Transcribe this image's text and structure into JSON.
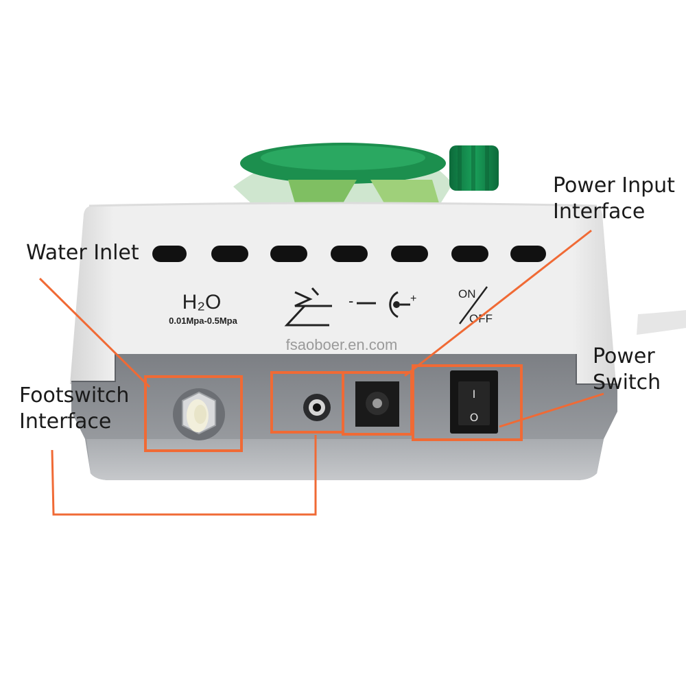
{
  "callouts": {
    "power_input": {
      "line1": "Power Input",
      "line2": "Interface"
    },
    "water_inlet": {
      "line1": "Water Inlet"
    },
    "power_switch": {
      "line1": "Power",
      "line2": "Switch"
    },
    "footswitch": {
      "line1": "Footswitch",
      "line2": "Interface"
    }
  },
  "panel": {
    "h2o_label": "H₂O",
    "pressure_range": "0.01Mpa-0.5Mpa",
    "on_label": "ON",
    "off_label": "OFF",
    "dc_minus": "-",
    "dc_plus": "+"
  },
  "switch_marks": {
    "on": "I",
    "off": "O"
  },
  "watermark": "fsaoboer.en.com",
  "colors": {
    "callout_orange": "#f06a35",
    "device_white": "#ebebeb",
    "panel_gray": "#8a8d92",
    "knob_green": "#11854a"
  }
}
